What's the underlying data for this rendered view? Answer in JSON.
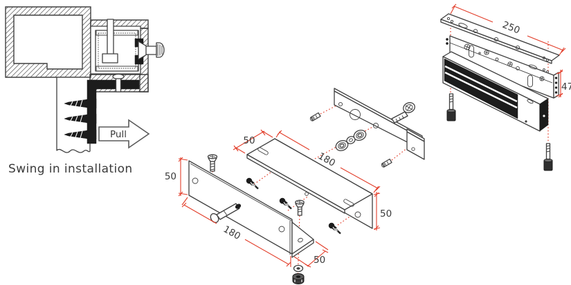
{
  "diagram": {
    "left": {
      "caption": "Swing in installation",
      "arrow_label": "Pull"
    },
    "bracket_view": {
      "dims": {
        "top_width": "50",
        "top_length": "180",
        "side_height": "50",
        "plate_height": "50",
        "plate_length": "180",
        "flange_width": "50"
      }
    },
    "lock_view": {
      "dims": {
        "length": "250",
        "height": "47"
      }
    }
  },
  "colors": {
    "line": "#3f3f3f",
    "dimension": "#e23c28",
    "black_fill": "#1c1c1c",
    "background": "#ffffff"
  }
}
